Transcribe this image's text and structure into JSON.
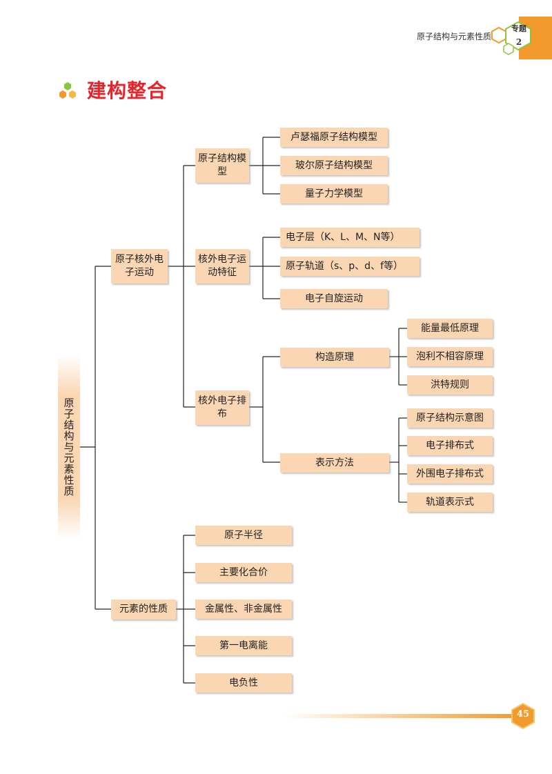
{
  "header": {
    "chapter_title": "原子结构与元素性质",
    "topic_label": "专题",
    "topic_number": "2"
  },
  "section": {
    "title": "建构整合"
  },
  "colors": {
    "accent_orange": "#f39a2c",
    "title_red": "#e8232a",
    "node_fill": "#fbd6b3"
  },
  "tree": {
    "root": "原子结构与元素性质",
    "branch_motion": {
      "label": "原子核外电子运动",
      "model": {
        "label": "原子结构模型",
        "items": [
          "卢瑟福原子结构模型",
          "玻尔原子结构模型",
          "量子力学模型"
        ]
      },
      "features": {
        "label": "核外电子运动特征",
        "items": [
          "电子层（K、L、M、N等）",
          "原子轨道（s、p、d、f等）",
          "电子自旋运动"
        ]
      },
      "arrangement": {
        "label": "核外电子排布",
        "principle": {
          "label": "构造原理",
          "items": [
            "能量最低原理",
            "泡利不相容原理",
            "洪特规则"
          ]
        },
        "representation": {
          "label": "表示方法",
          "items": [
            "原子结构示意图",
            "电子排布式",
            "外围电子排布式",
            "轨道表示式"
          ]
        }
      }
    },
    "branch_properties": {
      "label": "元素的性质",
      "items": [
        "原子半径",
        "主要化合价",
        "金属性、非金属性",
        "第一电离能",
        "电负性"
      ]
    }
  },
  "footer": {
    "page_number": "45"
  }
}
